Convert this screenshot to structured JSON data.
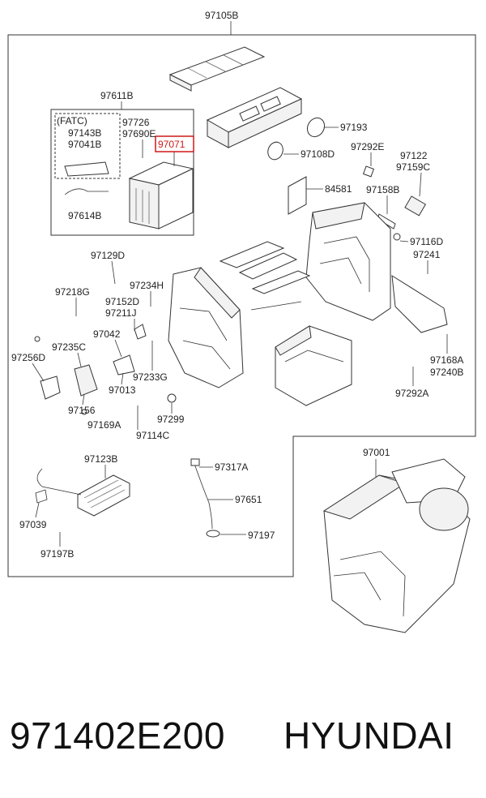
{
  "diagram": {
    "main_assembly_label": "97105B",
    "sub_assembly_label": "97611B",
    "fatc_label": "(FATC)",
    "highlighted_label": "97071",
    "highlight_color": "#d01818",
    "callouts": [
      "97143B",
      "97041B",
      "97614B",
      "97726",
      "97690E",
      "97193",
      "97108D",
      "97292E",
      "97122",
      "97159C",
      "84581",
      "97158B",
      "97116D",
      "97241",
      "97129D",
      "97234H",
      "97218G",
      "97152D",
      "97211J",
      "97042",
      "97235C",
      "97256D",
      "97233G",
      "97013",
      "97156",
      "97169A",
      "97299",
      "97114C",
      "97123B",
      "97317A",
      "97651",
      "97197",
      "97039",
      "97197B",
      "97168A",
      "97240B",
      "97292A",
      "97001"
    ]
  },
  "footer": {
    "part_number": "971402E200",
    "brand": "HYUNDAI"
  }
}
